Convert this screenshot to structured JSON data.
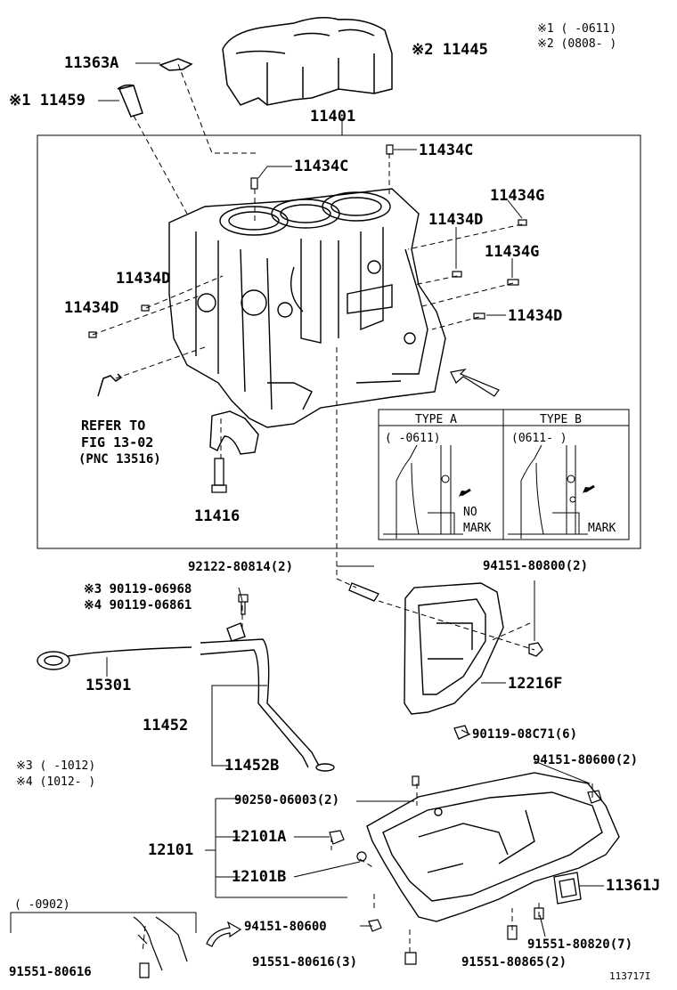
{
  "legend": {
    "note1": "※1 (    -0611)",
    "note2": "※2 (0808-     )",
    "note3": "※3 (    -1012)",
    "note4": "※4 (1012-    )"
  },
  "parts": {
    "p11363A": "11363A",
    "p11445": "※2 11445",
    "p11459": "※1 11459",
    "p11401": "11401",
    "p11434C_a": "11434C",
    "p11434C_b": "11434C",
    "p11434G_a": "11434G",
    "p11434D_a": "11434D",
    "p11434G_b": "11434G",
    "p11434D_b": "11434D",
    "p11434D_c": "11434D",
    "p11434D_d": "11434D",
    "refer1": "REFER TO",
    "refer2": "FIG 13-02",
    "refer3": "(PNC 13516)",
    "p11416": "11416",
    "p92122": "92122-80814(2)",
    "p94151_80800": "94151-80800(2)",
    "p90119_06968": "※3 90119-06968",
    "p90119_06861": "※4 90119-06861",
    "p15301": "15301",
    "p12216F": "12216F",
    "p11452": "11452",
    "p90119_08C71": "90119-08C71(6)",
    "p11452B": "11452B",
    "p94151_80600a": "94151-80600(2)",
    "p90250": "90250-06003(2)",
    "p12101": "12101",
    "p12101A": "12101A",
    "p12101B": "12101B",
    "p11361J": "11361J",
    "range0902": "(    -0902)",
    "p94151_80600b": "94151-80600",
    "p91551_80820": "91551-80820(7)",
    "p91551_80616a": "91551-80616",
    "p91551_80616b": "91551-80616(3)",
    "p91551_80865": "91551-80865(2)",
    "figid": "113717I"
  },
  "types": {
    "a_title": "TYPE A",
    "a_range": "(    -0611)",
    "a_mark1": "NO",
    "a_mark2": "MARK",
    "b_title": "TYPE B",
    "b_range": "(0611-    )",
    "b_mark": "MARK"
  }
}
